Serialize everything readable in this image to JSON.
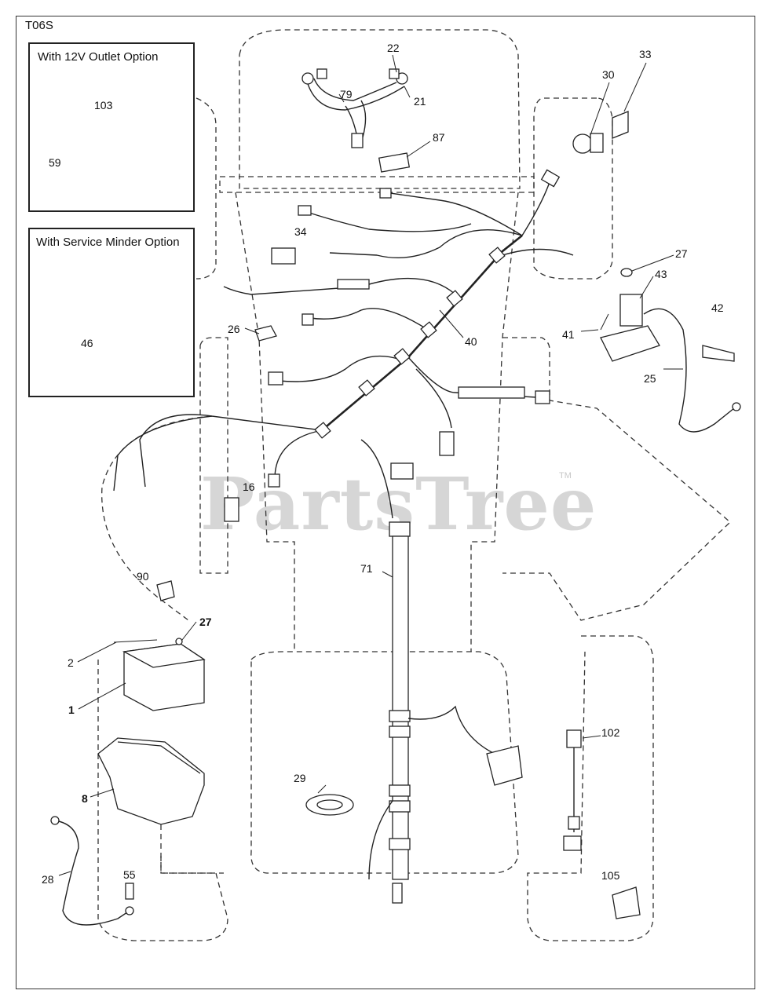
{
  "diagram_code": "T06S",
  "insets": {
    "outlet": {
      "title": "With 12V Outlet Option"
    },
    "minder": {
      "title": "With Service Minder Option"
    }
  },
  "callouts": {
    "c22": "22",
    "c79": "79",
    "c21": "21",
    "c87": "87",
    "c30": "30",
    "c33": "33",
    "c103": "103",
    "c59": "59",
    "c34": "34",
    "c46": "46",
    "c26": "26",
    "c40": "40",
    "c27a": "27",
    "c43": "43",
    "c42": "42",
    "c41": "41",
    "c25": "25",
    "c16": "16",
    "c71": "71",
    "c90": "90",
    "c27b": "27",
    "c2": "2",
    "c1": "1",
    "c8": "8",
    "c29": "29",
    "c102": "102",
    "c28": "28",
    "c55": "55",
    "c105": "105"
  },
  "watermark": {
    "text": "PartsTree",
    "tm": "TM"
  }
}
